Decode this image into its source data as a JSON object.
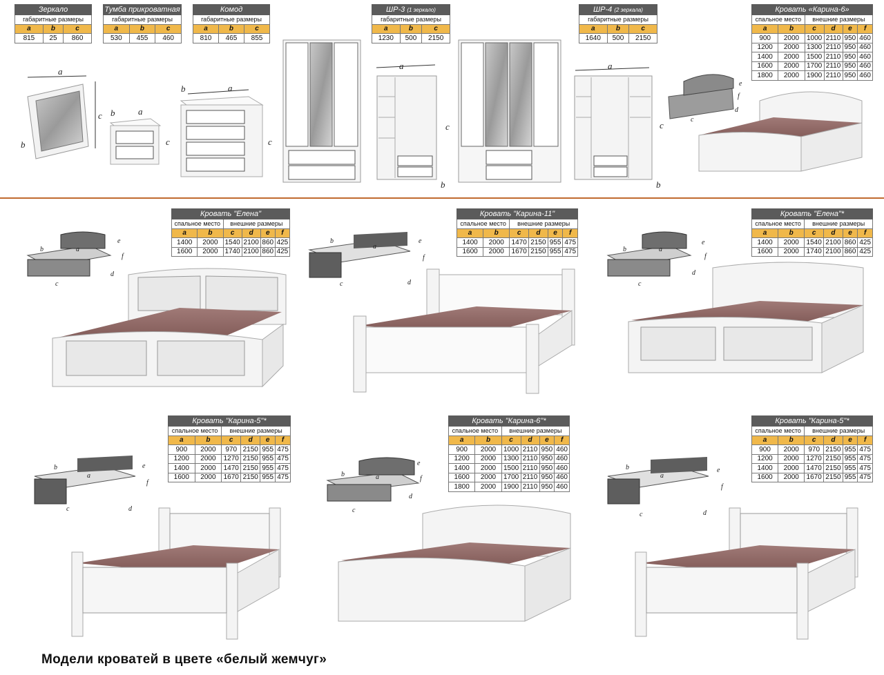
{
  "caption": "Модели кроватей в цвете «белый жемчуг»",
  "dim_letters": {
    "a": "a",
    "b": "b",
    "c": "c",
    "d": "d",
    "e": "e",
    "f": "f"
  },
  "tables": {
    "zerkalo": {
      "title": "Зеркало",
      "subtitle": "габаритные размеры",
      "headers": [
        "a",
        "b",
        "c"
      ],
      "rows": [
        [
          "815",
          "25",
          "860"
        ]
      ]
    },
    "tumba": {
      "title": "Тумба прикроватная",
      "subtitle": "габаритные размеры",
      "headers": [
        "a",
        "b",
        "c"
      ],
      "rows": [
        [
          "530",
          "455",
          "460"
        ]
      ]
    },
    "komod": {
      "title": "Комод",
      "subtitle": "габаритные размеры",
      "headers": [
        "a",
        "b",
        "c"
      ],
      "rows": [
        [
          "810",
          "465",
          "855"
        ]
      ]
    },
    "shr3": {
      "title": "ШР-3",
      "title_note": "(1 зеркало)",
      "subtitle": "габаритные размеры",
      "headers": [
        "a",
        "b",
        "c"
      ],
      "rows": [
        [
          "1230",
          "500",
          "2150"
        ]
      ]
    },
    "shr4": {
      "title": "ШР-4",
      "title_note": "(2 зеркала)",
      "subtitle": "габаритные размеры",
      "headers": [
        "a",
        "b",
        "c"
      ],
      "rows": [
        [
          "1640",
          "500",
          "2150"
        ]
      ]
    },
    "karina6_top": {
      "title": "Кровать «Карина-6»",
      "sub_left": "спальное место",
      "sub_right": "внешние размеры",
      "headers": [
        "a",
        "b",
        "c",
        "d",
        "e",
        "f"
      ],
      "rows": [
        [
          "900",
          "2000",
          "1000",
          "2110",
          "950",
          "460"
        ],
        [
          "1200",
          "2000",
          "1300",
          "2110",
          "950",
          "460"
        ],
        [
          "1400",
          "2000",
          "1500",
          "2110",
          "950",
          "460"
        ],
        [
          "1600",
          "2000",
          "1700",
          "2110",
          "950",
          "460"
        ],
        [
          "1800",
          "2000",
          "1900",
          "2110",
          "950",
          "460"
        ]
      ]
    },
    "elena": {
      "title": "Кровать \"Елена\"",
      "sub_left": "спальное место",
      "sub_right": "внешние размеры",
      "headers": [
        "a",
        "b",
        "c",
        "d",
        "e",
        "f"
      ],
      "rows": [
        [
          "1400",
          "2000",
          "1540",
          "2100",
          "860",
          "425"
        ],
        [
          "1600",
          "2000",
          "1740",
          "2100",
          "860",
          "425"
        ]
      ]
    },
    "karina11": {
      "title": "Кровать \"Карина-11\"",
      "sub_left": "спальное место",
      "sub_right": "внешние размеры",
      "headers": [
        "a",
        "b",
        "c",
        "d",
        "e",
        "f"
      ],
      "rows": [
        [
          "1400",
          "2000",
          "1470",
          "2150",
          "955",
          "475"
        ],
        [
          "1600",
          "2000",
          "1670",
          "2150",
          "955",
          "475"
        ]
      ]
    },
    "elena_star": {
      "title": "Кровать \"Елена\"*",
      "sub_left": "спальное место",
      "sub_right": "внешние размеры",
      "headers": [
        "a",
        "b",
        "c",
        "d",
        "e",
        "f"
      ],
      "rows": [
        [
          "1400",
          "2000",
          "1540",
          "2100",
          "860",
          "425"
        ],
        [
          "1600",
          "2000",
          "1740",
          "2100",
          "860",
          "425"
        ]
      ]
    },
    "karina5_star": {
      "title": "Кровать \"Карина-5\"*",
      "sub_left": "спальное место",
      "sub_right": "внешние размеры",
      "headers": [
        "a",
        "b",
        "c",
        "d",
        "e",
        "f"
      ],
      "rows": [
        [
          "900",
          "2000",
          "970",
          "2150",
          "955",
          "475"
        ],
        [
          "1200",
          "2000",
          "1270",
          "2150",
          "955",
          "475"
        ],
        [
          "1400",
          "2000",
          "1470",
          "2150",
          "955",
          "475"
        ],
        [
          "1600",
          "2000",
          "1670",
          "2150",
          "955",
          "475"
        ]
      ]
    },
    "karina6_star": {
      "title": "Кровать \"Карина-6\"*",
      "sub_left": "спальное место",
      "sub_right": "внешние размеры",
      "headers": [
        "a",
        "b",
        "c",
        "d",
        "e",
        "f"
      ],
      "rows": [
        [
          "900",
          "2000",
          "1000",
          "2110",
          "950",
          "460"
        ],
        [
          "1200",
          "2000",
          "1300",
          "2110",
          "950",
          "460"
        ],
        [
          "1400",
          "2000",
          "1500",
          "2110",
          "950",
          "460"
        ],
        [
          "1600",
          "2000",
          "1700",
          "2110",
          "950",
          "460"
        ],
        [
          "1800",
          "2000",
          "1900",
          "2110",
          "950",
          "460"
        ]
      ]
    },
    "karina5_star_b": {
      "title": "Кровать \"Карина-5\"*",
      "sub_left": "спальное место",
      "sub_right": "внешние размеры",
      "headers": [
        "a",
        "b",
        "c",
        "d",
        "e",
        "f"
      ],
      "rows": [
        [
          "900",
          "2000",
          "970",
          "2150",
          "955",
          "475"
        ],
        [
          "1200",
          "2000",
          "1270",
          "2150",
          "955",
          "475"
        ],
        [
          "1400",
          "2000",
          "1470",
          "2150",
          "955",
          "475"
        ],
        [
          "1600",
          "2000",
          "1670",
          "2150",
          "955",
          "475"
        ]
      ]
    }
  },
  "colors": {
    "accent_header": "#f0b84a",
    "title_bar": "#5b5b5b",
    "divider": "#c06a2e",
    "mattress": "#8e6461",
    "frame": "#f4f4f4"
  }
}
